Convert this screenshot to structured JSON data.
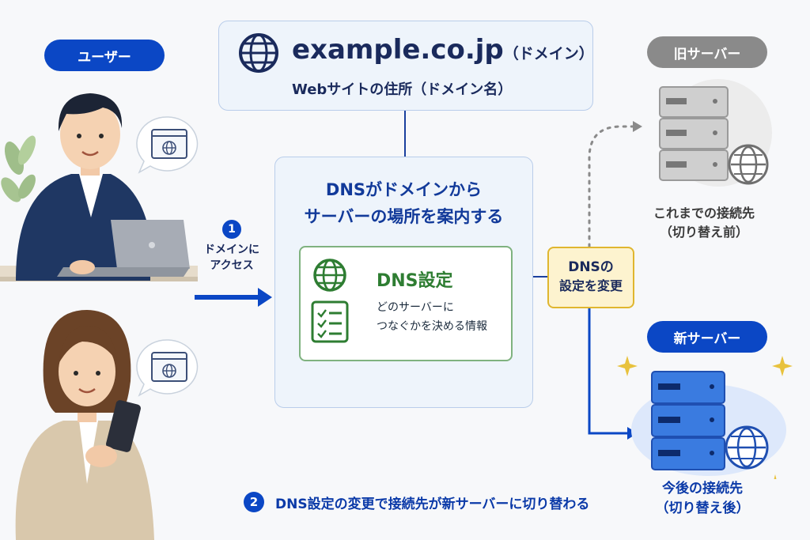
{
  "users": {
    "label": "ユーザー"
  },
  "domain": {
    "title": "example.co.jp",
    "title_suffix": "（ドメイン）",
    "subtitle": "Webサイトの住所（ドメイン名）"
  },
  "dns": {
    "heading_line1": "DNSがドメインから",
    "heading_line2": "サーバーの場所を案内する",
    "settings_title": "DNS設定",
    "settings_desc_line1": "どのサーバーに",
    "settings_desc_line2": "つなぐかを決める情報"
  },
  "access": {
    "step": "1",
    "line1": "ドメインに",
    "line2": "アクセス"
  },
  "change": {
    "line1": "DNSの",
    "line2": "設定を変更"
  },
  "old_server": {
    "label": "旧サーバー",
    "caption_line1": "これまでの接続先",
    "caption_line2": "（切り替え前）"
  },
  "new_server": {
    "label": "新サーバー",
    "caption_line1": "今後の接続先",
    "caption_line2": "（切り替え後）"
  },
  "footer": {
    "step": "2",
    "text": "DNS設定の変更で接続先が新サーバーに切り替わる"
  },
  "colors": {
    "navy": "#1a2a5c",
    "blue": "#0b47c5",
    "green": "#2e7d32",
    "grey": "#8a8a8a",
    "yellow": "#fdf3cf",
    "gold": "#e0b62f"
  }
}
